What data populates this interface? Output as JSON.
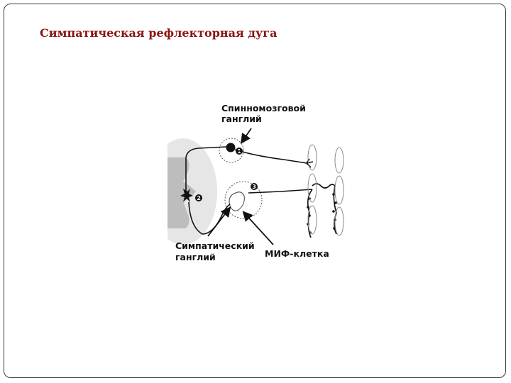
{
  "slide": {
    "title": "Симпатическая рефлекторная дуга"
  },
  "diagram": {
    "labels": {
      "spinal_ganglion_line1": "Спинномозговой",
      "spinal_ganglion_line2": "ганглий",
      "sympathetic_ganglion_line1": "Симпатический",
      "sympathetic_ganglion_line2": "ганглий",
      "sif_cell": "МИФ-клетка"
    },
    "markers": [
      "1",
      "2",
      "3"
    ],
    "colors": {
      "title": "#8b1414",
      "gray_matter": "#bdbdbd",
      "spinal_cord": "#e6e6e6",
      "lines": "#111111"
    }
  }
}
